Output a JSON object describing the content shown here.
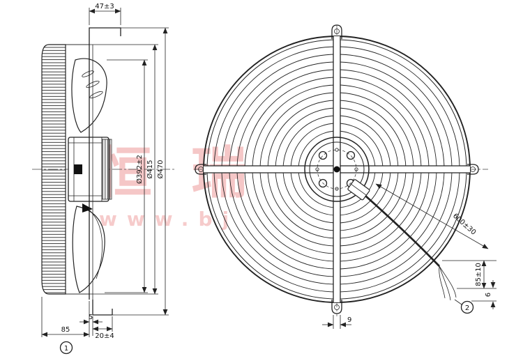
{
  "watermark": {
    "line1": "恒瑞",
    "line2": "www.bj"
  },
  "side_view": {
    "dims": {
      "top_depth": "47±3",
      "dia_impeller": "Ø392±2",
      "dia_inner": "Ø415",
      "dia_outer": "Ø470",
      "bottom_total": "85",
      "bottom_plate": "5",
      "bottom_foot": "20±4"
    },
    "label": "1"
  },
  "front_view": {
    "dims": {
      "cable_length": "600±30",
      "cable_strip": "85±10",
      "wire_tip": "6",
      "bar_width": "9"
    },
    "label": "2"
  },
  "colors": {
    "line": "#222222",
    "watermark": "#e04848"
  }
}
